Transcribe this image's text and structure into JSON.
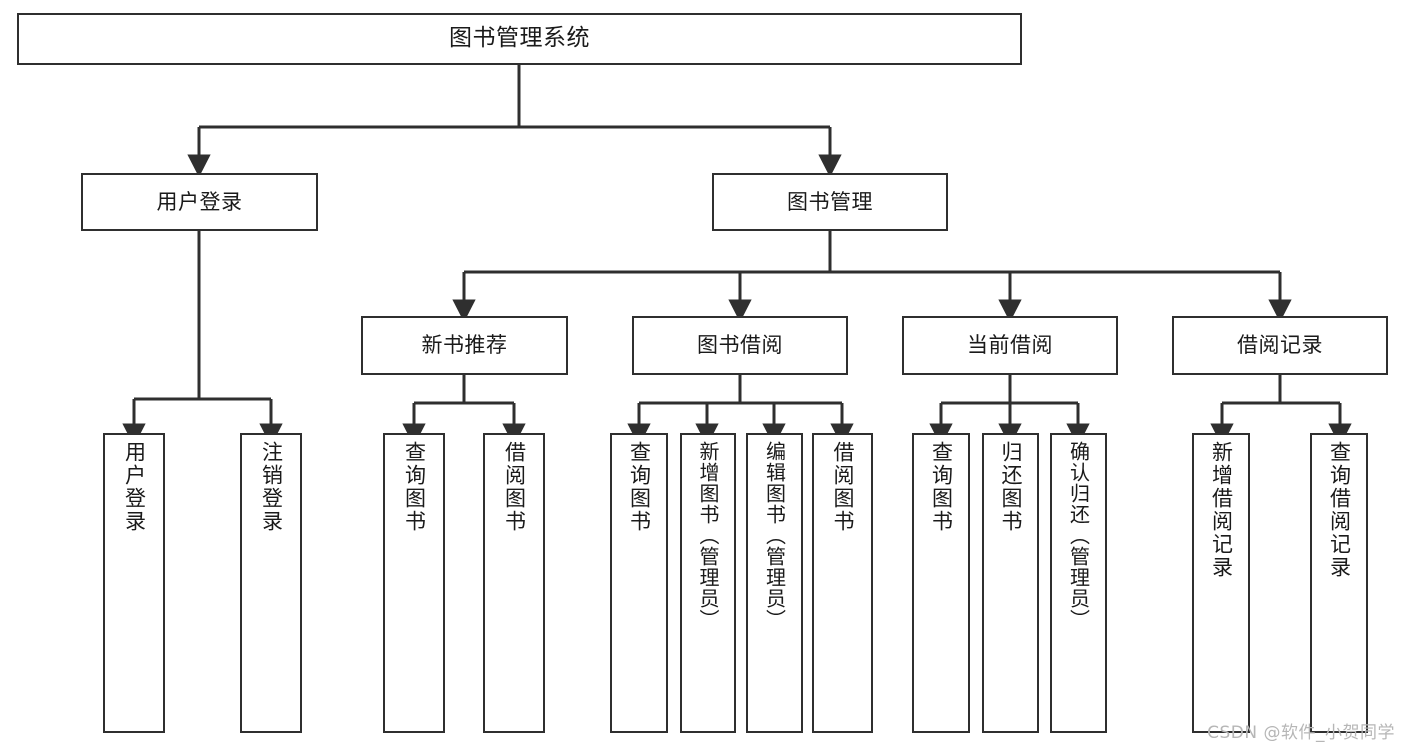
{
  "diagram": {
    "title": "图书管理系统",
    "type": "tree",
    "levels": 4,
    "root": {
      "id": "root",
      "label": "图书管理系统"
    },
    "level2": [
      {
        "id": "user-login",
        "label": "用户登录"
      },
      {
        "id": "book-manage",
        "label": "图书管理"
      }
    ],
    "level3": [
      {
        "id": "new-book-recommend",
        "label": "新书推荐",
        "parent": "book-manage"
      },
      {
        "id": "book-borrow",
        "label": "图书借阅",
        "parent": "book-manage"
      },
      {
        "id": "current-borrow",
        "label": "当前借阅",
        "parent": "book-manage"
      },
      {
        "id": "borrow-record",
        "label": "借阅记录",
        "parent": "book-manage"
      }
    ],
    "leaves": [
      {
        "id": "leaf-user-login",
        "label": "用户登录",
        "parent": "user-login"
      },
      {
        "id": "leaf-logout",
        "label": "注销登录",
        "parent": "user-login"
      },
      {
        "id": "leaf-query-book-1",
        "label": "查询图书",
        "parent": "new-book-recommend"
      },
      {
        "id": "leaf-borrow-book-1",
        "label": "借阅图书",
        "parent": "new-book-recommend"
      },
      {
        "id": "leaf-query-book-2",
        "label": "查询图书",
        "parent": "book-borrow"
      },
      {
        "id": "leaf-add-book",
        "label": "新增图书（管理员）",
        "parent": "book-borrow"
      },
      {
        "id": "leaf-edit-book",
        "label": "编辑图书（管理员）",
        "parent": "book-borrow"
      },
      {
        "id": "leaf-borrow-book-2",
        "label": "借阅图书",
        "parent": "book-borrow"
      },
      {
        "id": "leaf-query-book-3",
        "label": "查询图书",
        "parent": "current-borrow"
      },
      {
        "id": "leaf-return-book",
        "label": "归还图书",
        "parent": "current-borrow"
      },
      {
        "id": "leaf-confirm-return",
        "label": "确认归还（管理员）",
        "parent": "current-borrow"
      },
      {
        "id": "leaf-add-record",
        "label": "新增借阅记录",
        "parent": "borrow-record"
      },
      {
        "id": "leaf-query-record",
        "label": "查询借阅记录",
        "parent": "borrow-record"
      }
    ]
  },
  "watermark": {
    "text": "CSDN @软件_小贺同学"
  },
  "colors": {
    "stroke": "#2f2f2f",
    "background": "#ffffff",
    "text": "#1a1a1a",
    "watermark": "#b6b6b6"
  }
}
